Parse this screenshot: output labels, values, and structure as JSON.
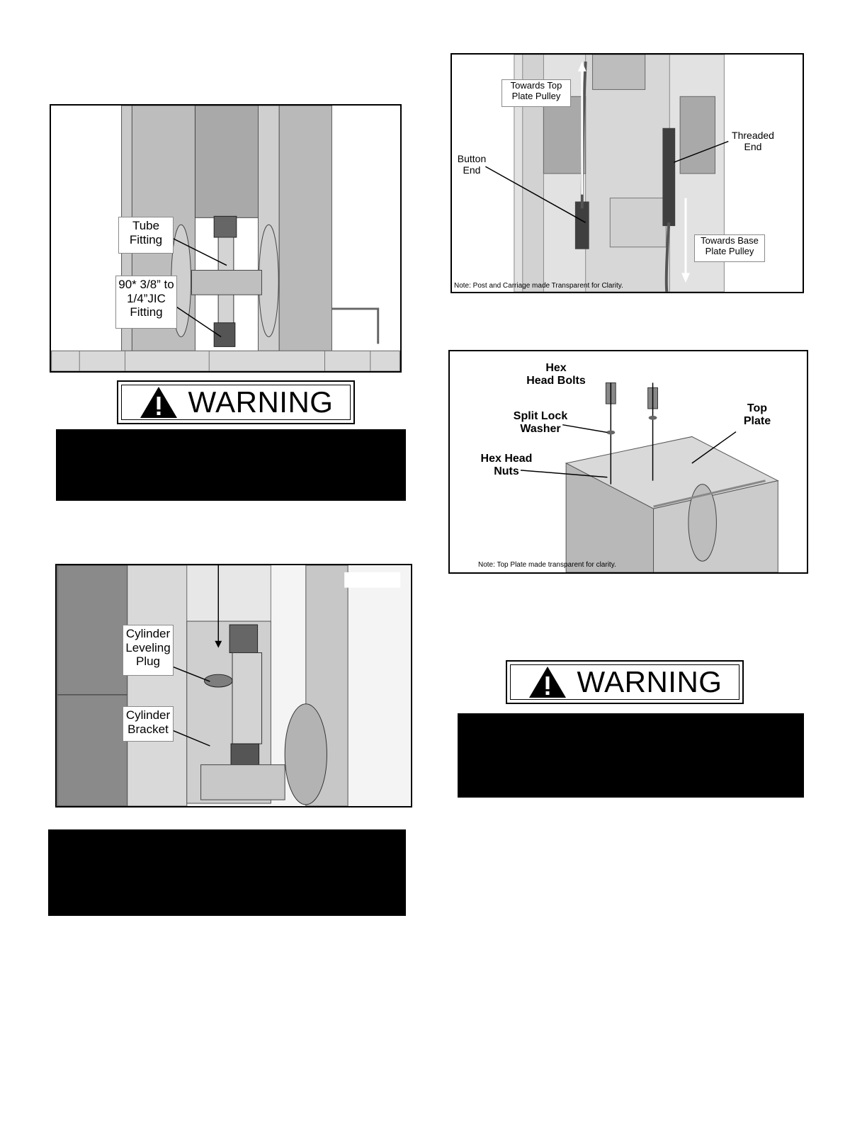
{
  "figure1": {
    "callouts": {
      "tube_fitting": [
        "Tube",
        "Fitting"
      ],
      "jic_fitting": [
        "90* 3/8” to",
        "1/4”JIC",
        "Fitting"
      ]
    }
  },
  "warning1": {
    "label": "WARNING"
  },
  "figure2": {
    "callouts": {
      "leveling_plug": [
        "Cylinder",
        "Leveling",
        "Plug"
      ],
      "bracket": [
        "Cylinder",
        "Bracket"
      ]
    }
  },
  "figure3": {
    "labels": {
      "towards_top": [
        "Towards Top",
        "Plate Pulley"
      ],
      "button_end": [
        "Button",
        "End"
      ],
      "threaded_end": [
        "Threaded",
        "End"
      ],
      "towards_base": [
        "Towards Base",
        "Plate Pulley"
      ]
    },
    "note": "Note: Post and Carriage made Transparent for Clarity."
  },
  "figure4": {
    "labels": {
      "hex_head_bolts": [
        "Hex",
        "Head Bolts"
      ],
      "split_lock_washer": [
        "Split Lock",
        "Washer"
      ],
      "hex_head_nuts": [
        "Hex Head",
        "Nuts"
      ],
      "top_plate": [
        "Top",
        "Plate"
      ]
    },
    "note": "Note: Top Plate made transparent for clarity."
  },
  "warning2": {
    "label": "WARNING"
  }
}
